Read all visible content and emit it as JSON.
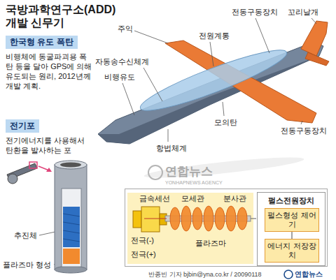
{
  "diagram": {
    "title": "국방과학연구소(ADD) 개발 신무기",
    "caption": "반종빈 기자 bjbin@yna.co.kr / 20090118",
    "nodes": [
      {
        "text": [
          "한국형 유도 폭탄",
          "비행체에 동굴파괴용 폭탄 등을 달아 GPS에 의해 유도되는 원리, 2012년께 개발 계획."
        ]
      },
      {
        "text": [
          "전기포",
          "전기에너지를 사용해서 탄환을 발사하는 포"
        ]
      },
      {
        "text": [
          "금속세선",
          "모세관",
          "분사관",
          "전극(-)",
          "전극(+)",
          "플라즈마"
        ]
      },
      {
        "text": [
          "펄스전원장치"
        ],
        "in": 2
      },
      {
        "text": [
          "펄스형성 제어기"
        ],
        "in": 3
      },
      {
        "text": [
          "에너지 저장장치"
        ],
        "in": 3
      }
    ],
    "edges": [
      {
        "from": 4,
        "to": 5,
        "arrow": "none"
      }
    ],
    "labels": [
      "주익",
      "전원계통",
      "전동구동장치",
      "꼬리날개",
      "자동송수신체계",
      "비행유도",
      "전동구동장치",
      "모의탄",
      "항법체계",
      "추진체",
      "플라즈마 형성",
      "연합뉴스",
      "YONHAPNEWS AGENCY",
      "연합뉴스"
    ]
  }
}
